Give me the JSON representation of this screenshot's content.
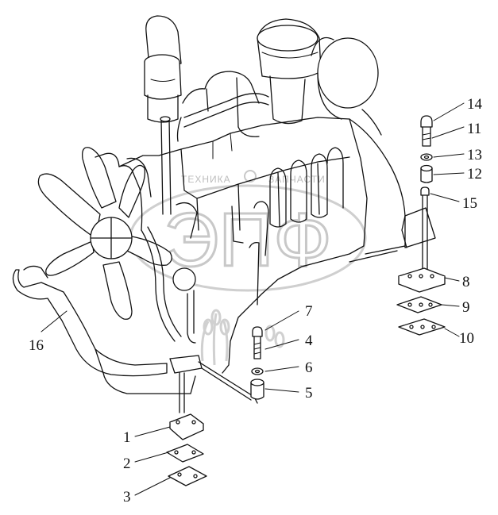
{
  "watermark": {
    "text_left": "ТЕХНИКА",
    "text_right": "ЗАПЧАСТИ",
    "logo_text": "ЭПФ"
  },
  "callouts": [
    {
      "id": "c1",
      "label": "1"
    },
    {
      "id": "c2",
      "label": "2"
    },
    {
      "id": "c3",
      "label": "3"
    },
    {
      "id": "c4",
      "label": "4"
    },
    {
      "id": "c5",
      "label": "5"
    },
    {
      "id": "c6",
      "label": "6"
    },
    {
      "id": "c7",
      "label": "7"
    },
    {
      "id": "c8",
      "label": "8"
    },
    {
      "id": "c9",
      "label": "9"
    },
    {
      "id": "c10",
      "label": "10"
    },
    {
      "id": "c11",
      "label": "11"
    },
    {
      "id": "c12",
      "label": "12"
    },
    {
      "id": "c13",
      "label": "13"
    },
    {
      "id": "c14",
      "label": "14"
    },
    {
      "id": "c15",
      "label": "15"
    },
    {
      "id": "c16",
      "label": "16"
    }
  ]
}
